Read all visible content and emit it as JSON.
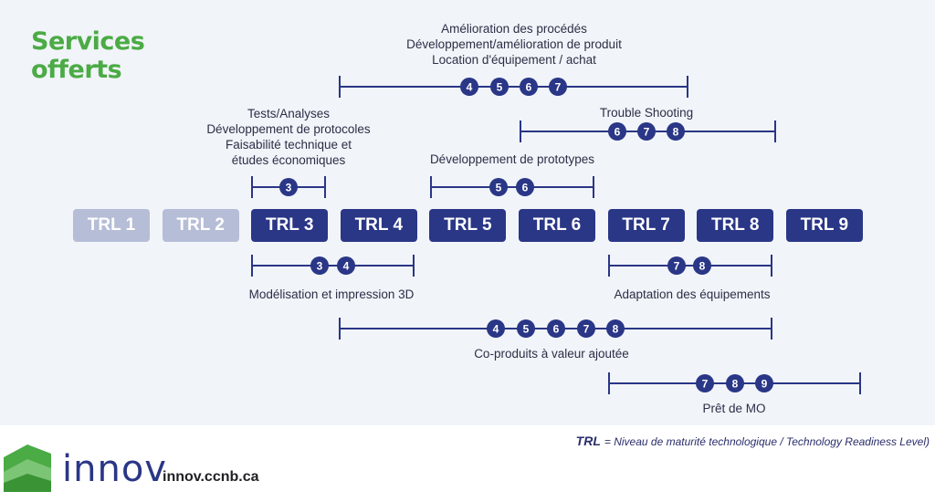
{
  "header": {
    "title_line1": "Services",
    "title_line2": "offerts"
  },
  "colors": {
    "navy": "#2a3686",
    "inactive": "#b6bdd6",
    "text": "#2c2f45",
    "green": "#4bab45",
    "panel": "#f1f4f9"
  },
  "levels": [
    {
      "label": "TRL 1",
      "active": false
    },
    {
      "label": "TRL 2",
      "active": false
    },
    {
      "label": "TRL 3",
      "active": true
    },
    {
      "label": "TRL 4",
      "active": true
    },
    {
      "label": "TRL 5",
      "active": true
    },
    {
      "label": "TRL 6",
      "active": true
    },
    {
      "label": "TRL 7",
      "active": true
    },
    {
      "label": "TRL 8",
      "active": true
    },
    {
      "label": "TRL 9",
      "active": true
    }
  ],
  "services": [
    {
      "id": "amelioration",
      "placement": "above",
      "span": [
        4,
        7
      ],
      "dots": [
        4,
        5,
        6,
        7
      ],
      "labels": [
        "Amélioration des procédés",
        "Développement/amélioration de produit",
        "Location d'équipement / achat"
      ]
    },
    {
      "id": "troubleshooting",
      "placement": "above",
      "span": [
        6,
        8
      ],
      "dots": [
        6,
        7,
        8
      ],
      "labels": [
        "Trouble Shooting"
      ]
    },
    {
      "id": "tests",
      "placement": "above",
      "span": [
        3,
        3
      ],
      "dots": [
        3
      ],
      "labels": [
        "Tests/Analyses",
        "Développement de protocoles",
        "Faisabilité technique et",
        "études économiques"
      ]
    },
    {
      "id": "prototypes",
      "placement": "above",
      "span": [
        5,
        6
      ],
      "dots": [
        5,
        6
      ],
      "labels": [
        "Développement de prototypes"
      ]
    },
    {
      "id": "modelisation",
      "placement": "below",
      "span": [
        3,
        4
      ],
      "dots": [
        3,
        4
      ],
      "labels": [
        "Modélisation et impression 3D"
      ]
    },
    {
      "id": "adaptation",
      "placement": "below",
      "span": [
        7,
        8
      ],
      "dots": [
        7,
        8
      ],
      "labels": [
        "Adaptation des équipements"
      ]
    },
    {
      "id": "coproduits",
      "placement": "below",
      "span": [
        4,
        8
      ],
      "dots": [
        4,
        5,
        6,
        7,
        8
      ],
      "labels": [
        "Co-produits à valeur ajoutée"
      ]
    },
    {
      "id": "pret",
      "placement": "below",
      "span": [
        7,
        9
      ],
      "dots": [
        7,
        8,
        9
      ],
      "labels": [
        "Prêt de MO"
      ]
    }
  ],
  "legend": {
    "abbr": "TRL",
    "text": "= Niveau de maturité technologique / Technology Readiness Level)"
  },
  "footer": {
    "brand": "innov",
    "site": "innov.ccnb.ca"
  }
}
